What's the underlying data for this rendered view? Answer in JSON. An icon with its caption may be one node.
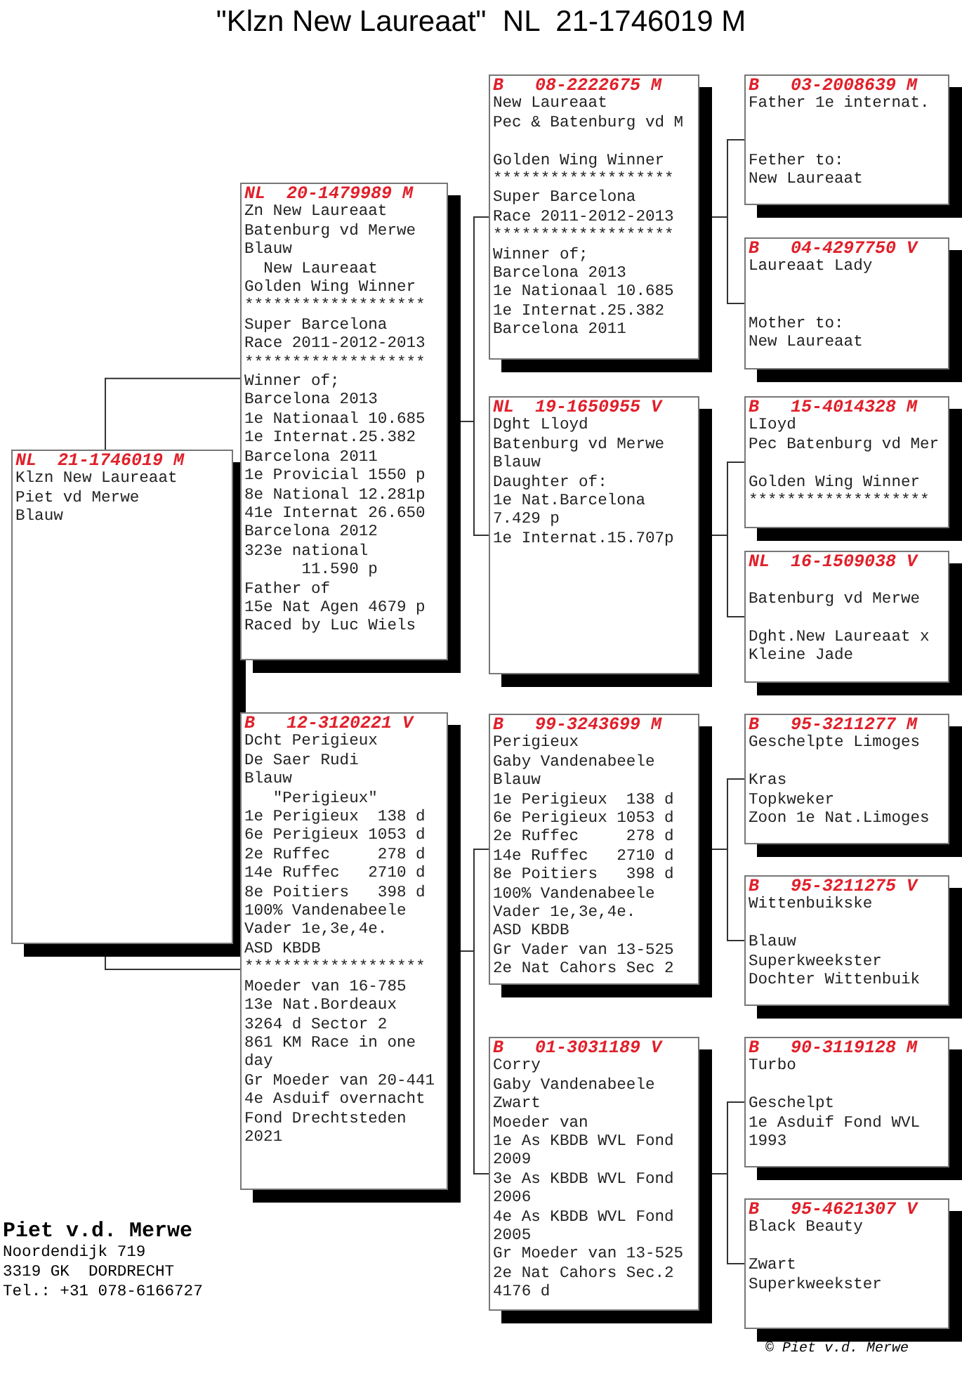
{
  "diagram": {
    "title": "\"Klzn New Laureaat\"  NL  21-1746019 M",
    "nodes": [
      {
        "text": [
          "NL  21-1746019 M",
          "Klzn New Laureaat",
          "Piet vd Merwe",
          "Blauw"
        ]
      },
      {
        "text": [
          "NL  20-1479989 M",
          "Zn New Laureaat",
          "Batenburg vd Merwe",
          "Blauw",
          "  New Laureaat",
          "Golden Wing Winner",
          "*******************",
          "Super Barcelona",
          "Race 2011-2012-2013",
          "*******************",
          "Winner of;",
          "Barcelona 2013",
          "1e Nationaal 10.685",
          "1e Internat.25.382",
          "Barcelona 2011",
          "1e Provicial 1550 p",
          "8e National 12.281p",
          "41e Internat 26.650",
          "Barcelona 2012",
          "323e national",
          "      11.590 p",
          "Father of",
          "15e Nat Agen 4679 p",
          "Raced by Luc Wiels"
        ]
      },
      {
        "text": [
          "B   12-3120221 V",
          "Dcht Perigieux",
          "De Saer Rudi",
          "Blauw",
          "   \"Perigieux\"",
          "1e Perigieux  138 d",
          "6e Perigieux 1053 d",
          "2e Ruffec     278 d",
          "14e Ruffec   2710 d",
          "8e Poitiers   398 d",
          "100% Vandenabeele",
          "Vader 1e,3e,4e.",
          "ASD KBDB",
          "*******************",
          "Moeder van 16-785",
          "13e Nat.Bordeaux",
          "3264 d Sector 2",
          "861 KM Race in one day",
          "Gr Moeder van 20-441",
          "4e Asduif overnacht",
          "Fond Drechtsteden",
          "2021"
        ]
      },
      {
        "text": [
          "B   08-2222675 M",
          "New Laureaat",
          "Pec & Batenburg vd M",
          "Golden Wing Winner",
          "*******************",
          "Super Barcelona",
          "Race 2011-2012-2013",
          "*******************",
          "Winner of;",
          "Barcelona 2013",
          "1e Nationaal 10.685",
          "1e Internat.25.382",
          "Barcelona 2011"
        ]
      },
      {
        "text": [
          "NL  19-1650955 V",
          "Dght Lloyd",
          "Batenburg vd Merwe",
          "Blauw",
          "Daughter of:",
          "1e Nat.Barcelona",
          "7.429 p",
          "1e Internat.15.707p"
        ]
      },
      {
        "text": [
          "B   99-3243699 M",
          "Perigieux",
          "Gaby Vandenabeele",
          "Blauw",
          "1e Perigieux  138 d",
          "6e Perigieux 1053 d",
          "2e Ruffec     278 d",
          "14e Ruffec   2710 d",
          "8e Poitiers   398 d",
          "100% Vandenabeele",
          "Vader 1e,3e,4e.",
          "ASD KBDB",
          "Gr Vader van 13-525",
          "2e Nat Cahors Sec 2"
        ]
      },
      {
        "text": [
          "B   01-3031189 V",
          "Corry",
          "Gaby Vandenabeele",
          "Zwart",
          "Moeder van",
          "1e As KBDB WVL Fond 2009",
          "3e As KBDB WVL Fond 2006",
          "4e As KBDB WVL Fond 2005",
          "Gr Moeder van 13-525 2e Nat Cahors Sec.2 4176 d"
        ]
      },
      {
        "text": [
          "B   03-2008639 M",
          "Father 1e internat.",
          "Fether to:",
          "New Laureaat"
        ]
      },
      {
        "text": [
          "B   04-4297750 V",
          "Laureaat Lady",
          "Mother to:",
          "New Laureaat"
        ]
      },
      {
        "text": [
          "B   15-4014328 M",
          "LIoyd",
          "Pec Batenburg vd Mer",
          "Golden Wing Winner",
          "*******************"
        ]
      },
      {
        "text": [
          "NL  16-1509038 V",
          "Batenburg vd Merwe",
          "Dght.New Laureaat x",
          "Kleine Jade"
        ]
      },
      {
        "text": [
          "B   95-3211277 M",
          "Geschelpte Limoges",
          "Kras",
          "Topkweker",
          "Zoon 1e Nat.Limoges"
        ]
      },
      {
        "text": [
          "B   95-3211275 V",
          "Wittenbuikske",
          "Blauw",
          "Superkweekster",
          "Dochter Wittenbuik"
        ]
      },
      {
        "text": [
          "B   90-3119128 M",
          "Turbo",
          "Geschelpt",
          "1e Asduif Fond WVL",
          "1993"
        ]
      },
      {
        "text": [
          "B   95-4621307 V",
          "Black Beauty",
          "Zwart",
          "Superkweekster"
        ]
      }
    ],
    "edges": [
      {
        "from": 0,
        "to": 1,
        "arrow": "none"
      },
      {
        "from": 0,
        "to": 2,
        "arrow": "none"
      },
      {
        "from": 1,
        "to": 3,
        "arrow": "none"
      },
      {
        "from": 1,
        "to": 4,
        "arrow": "none"
      },
      {
        "from": 2,
        "to": 5,
        "arrow": "none"
      },
      {
        "from": 2,
        "to": 6,
        "arrow": "none"
      },
      {
        "from": 3,
        "to": 7,
        "arrow": "none"
      },
      {
        "from": 3,
        "to": 8,
        "arrow": "none"
      },
      {
        "from": 4,
        "to": 9,
        "arrow": "none"
      },
      {
        "from": 4,
        "to": 10,
        "arrow": "none"
      },
      {
        "from": 5,
        "to": 11,
        "arrow": "none"
      },
      {
        "from": 5,
        "to": 12,
        "arrow": "none"
      },
      {
        "from": 6,
        "to": 13,
        "arrow": "none"
      },
      {
        "from": 6,
        "to": 14,
        "arrow": "none"
      }
    ],
    "labels": [
      "Piet v.d. Merwe",
      "Noordendijk 719",
      "3319 GK  DORDRECHT",
      "Tel.: +31 078-6166727",
      "© Piet v.d. Merwe"
    ]
  }
}
